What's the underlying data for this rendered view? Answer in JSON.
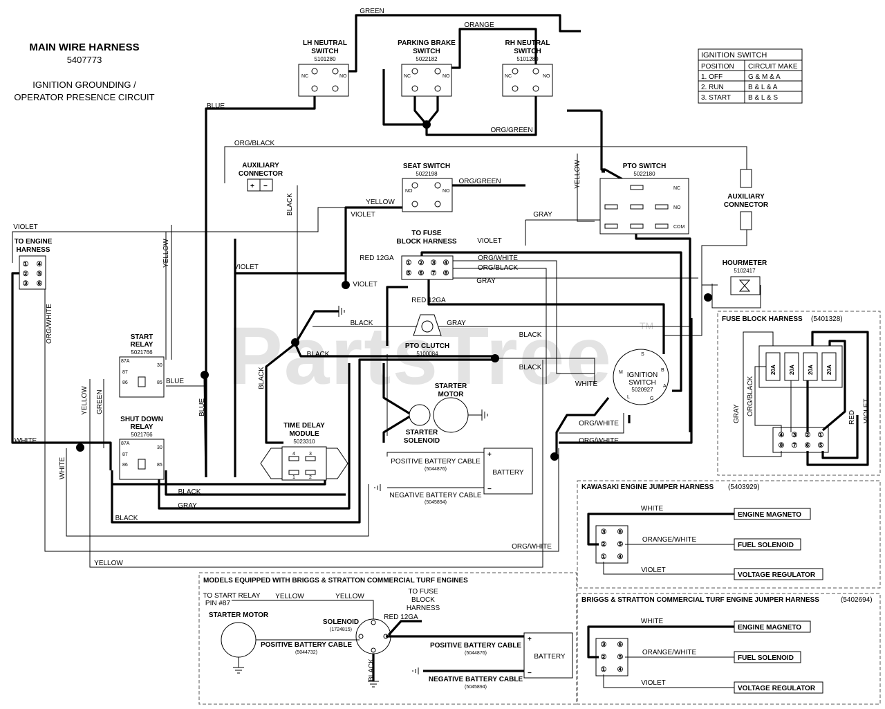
{
  "header": {
    "title": "MAIN WIRE HARNESS",
    "part_number": "5407773",
    "subtitle_line1": "IGNITION GROUNDING /",
    "subtitle_line2": "OPERATOR PRESENCE CIRCUIT"
  },
  "watermark": "PartsTree",
  "watermark_tm": "TM",
  "ignition_table": {
    "title": "IGNITION SWITCH",
    "headers": [
      "POSITION",
      "CIRCUIT MAKE"
    ],
    "rows": [
      [
        "1. OFF",
        "G & M & A"
      ],
      [
        "2. RUN",
        "B & L & A"
      ],
      [
        "3. START",
        "B & L & S"
      ]
    ]
  },
  "components": {
    "lh_neutral": {
      "line1": "LH NEUTRAL",
      "line2": "SWITCH",
      "pn": "5101280"
    },
    "parking_brake": {
      "line1": "PARKING BRAKE",
      "line2": "SWITCH",
      "pn": "5022182"
    },
    "rh_neutral": {
      "line1": "RH NEUTRAL",
      "line2": "SWITCH",
      "pn": "5101280"
    },
    "seat_switch": {
      "line1": "SEAT SWITCH",
      "pn": "5022198"
    },
    "aux_left": {
      "line1": "AUXILIARY",
      "line2": "CONNECTOR"
    },
    "aux_right": {
      "line1": "AUXILIARY",
      "line2": "CONNECTOR"
    },
    "pto_switch": {
      "line1": "PTO SWITCH",
      "pn": "5022180"
    },
    "to_engine": {
      "line1": "TO ENGINE",
      "line2": "HARNESS"
    },
    "to_fuse_block": {
      "line1": "TO FUSE",
      "line2": "BLOCK HARNESS"
    },
    "hourmeter": {
      "line1": "HOURMETER",
      "pn": "5102417"
    },
    "start_relay": {
      "line1": "START",
      "line2": "RELAY",
      "pn": "5021766"
    },
    "shutdown_relay": {
      "line1": "SHUT DOWN",
      "line2": "RELAY",
      "pn": "5021766"
    },
    "pto_clutch": {
      "line1": "PTO CLUTCH",
      "pn": "5100084"
    },
    "starter_motor": {
      "line1": "STARTER",
      "line2": "MOTOR"
    },
    "starter_solenoid": {
      "line1": "STARTER",
      "line2": "SOLENOID"
    },
    "time_delay": {
      "line1": "TIME DELAY",
      "line2": "MODULE",
      "pn": "5023310"
    },
    "ignition_switch": {
      "line1": "IGNITION",
      "line2": "SWITCH",
      "pn": "5020927"
    },
    "battery": "BATTERY",
    "pos_cable": {
      "label": "POSITIVE BATTERY CABLE",
      "pn": "(5044876)"
    },
    "neg_cable": {
      "label": "NEGATIVE BATTERY CABLE",
      "pn": "(5045894)"
    }
  },
  "pin_labels": {
    "no": "NO",
    "nc": "NC",
    "com": "COM",
    "s": "S",
    "b": "B",
    "m": "M",
    "a": "A",
    "l": "L",
    "g": "G",
    "relay_87a": "87A",
    "relay_87": "87",
    "relay_86": "86",
    "relay_85": "85",
    "relay_30": "30",
    "plus": "+",
    "minus": "−",
    "p1": "1",
    "p2": "2",
    "p3": "3",
    "p4": "4",
    "p5": "5",
    "p6": "6",
    "p7": "7",
    "p8": "8",
    "c1": "①",
    "c2": "②",
    "c3": "③",
    "c4": "④",
    "c5": "⑤",
    "c6": "⑥",
    "c7": "⑦",
    "c8": "⑧"
  },
  "wires": {
    "green": "GREEN",
    "orange": "ORANGE",
    "blue": "BLUE",
    "org_black": "ORG/BLACK",
    "org_green": "ORG/GREEN",
    "yellow": "YELLOW",
    "black": "BLACK",
    "violet": "VIOLET",
    "gray": "GRAY",
    "red_12ga": "RED 12GA",
    "org_white": "ORG/WHITE",
    "white": "WHITE",
    "green_v": "GREEN",
    "red": "RED",
    "orange_white": "ORANGE/WHITE"
  },
  "fuse_block": {
    "title": "FUSE BLOCK HARNESS",
    "pn": "(5401328)",
    "fuses": [
      "20A",
      "20A",
      "20A",
      "20A"
    ]
  },
  "kawasaki": {
    "title": "KAWASAKI ENGINE JUMPER HARNESS",
    "pn": "(5403929)",
    "engine_magneto": "ENGINE MAGNETO",
    "fuel_solenoid": "FUEL SOLENOID",
    "voltage_regulator": "VOLTAGE REGULATOR"
  },
  "briggs_jumper": {
    "title": "BRIGGS & STRATTON COMMERCIAL TURF ENGINE JUMPER HARNESS",
    "pn": "(5402694)",
    "engine_magneto": "ENGINE MAGNETO",
    "fuel_solenoid": "FUEL SOLENOID",
    "voltage_regulator": "VOLTAGE REGULATOR"
  },
  "briggs_models": {
    "title": "MODELS EQUIPPED WITH BRIGGS & STRATTON COMMERCIAL TURF ENGINES",
    "to_start_relay_1": "TO START RELAY",
    "to_start_relay_2": "PIN #87",
    "starter_motor": "STARTER MOTOR",
    "solenoid": "SOLENOID",
    "solenoid_pn": "(1724815)",
    "to_fuse_1": "TO FUSE",
    "to_fuse_2": "BLOCK",
    "to_fuse_3": "HARNESS",
    "red_12ga": "RED 12GA",
    "pos_cable": "POSITIVE BATTERY CABLE",
    "pos_cable_pn_left": "(5044732)",
    "pos_cable_pn_right": "(5044876)",
    "neg_cable": "NEGATIVE BATTERY CABLE",
    "neg_cable_pn": "(5045894)",
    "battery": "BATTERY",
    "yellow": "YELLOW",
    "black": "BLACK"
  }
}
